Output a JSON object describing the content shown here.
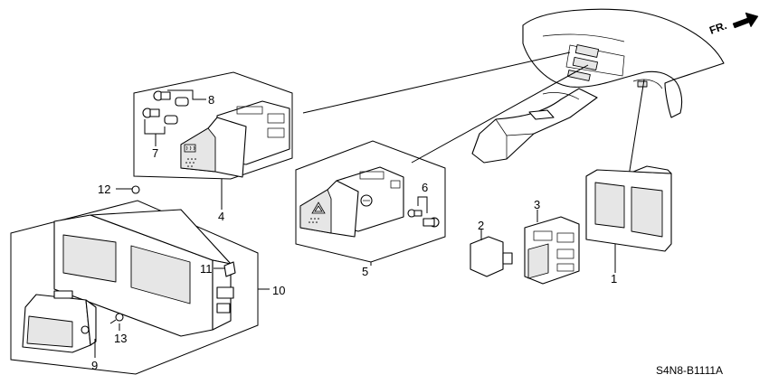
{
  "direction_label": "FR.",
  "diagram_code": "S4N8-B1111A",
  "callouts": [
    {
      "id": "1",
      "label": "1"
    },
    {
      "id": "2",
      "label": "2"
    },
    {
      "id": "3",
      "label": "3"
    },
    {
      "id": "4",
      "label": "4"
    },
    {
      "id": "5",
      "label": "5"
    },
    {
      "id": "6",
      "label": "6"
    },
    {
      "id": "7",
      "label": "7"
    },
    {
      "id": "8",
      "label": "8"
    },
    {
      "id": "9",
      "label": "9"
    },
    {
      "id": "10",
      "label": "10"
    },
    {
      "id": "11",
      "label": "11"
    },
    {
      "id": "12",
      "label": "12"
    },
    {
      "id": "13",
      "label": "13"
    }
  ],
  "icons": {
    "direction_arrow": "arrow-right-icon",
    "hazard_symbol": "hazard-triangle-icon",
    "defroster_symbol": "rear-defroster-icon"
  }
}
